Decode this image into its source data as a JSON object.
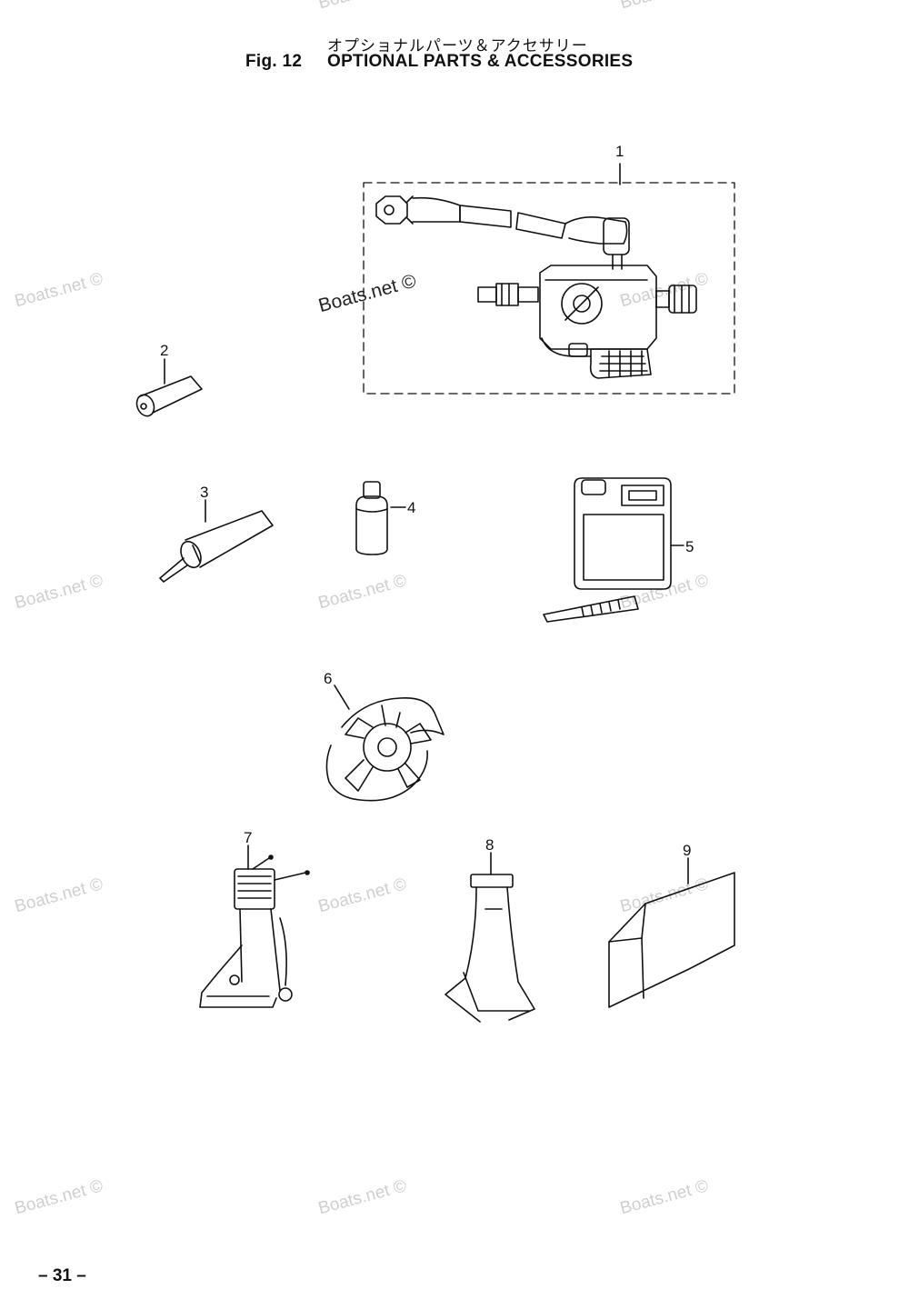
{
  "header": {
    "title_jp": "オプショナルパーツ＆アクセサリー",
    "fig_label": "Fig. 12",
    "title_en": "OPTIONAL PARTS & ACCESSORIES"
  },
  "callouts": [
    "1",
    "2",
    "3",
    "4",
    "5",
    "6",
    "7",
    "8",
    "9"
  ],
  "watermark": "Boats.net ©",
  "footer": {
    "page_number": "– 31 –"
  }
}
